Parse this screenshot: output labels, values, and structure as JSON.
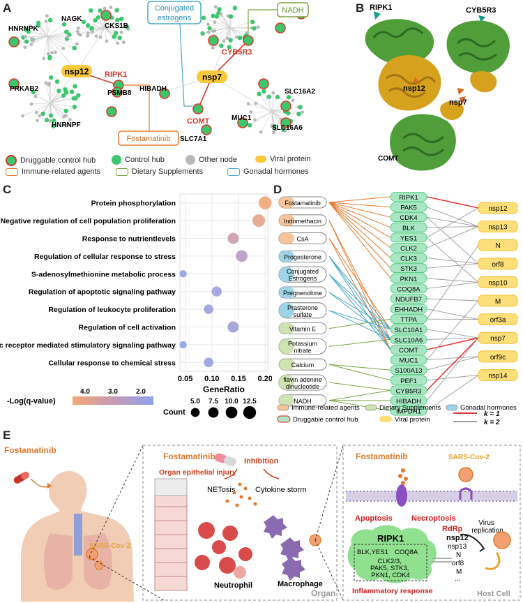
{
  "colors": {
    "hub_green": "#3cc66d",
    "druggable_ring": "#d83a2a",
    "other_node": "#b8b8b8",
    "viral_yellow": "#f8c93a",
    "immune_orange": "#e8782d",
    "dietary_green": "#79a440",
    "gonadal_blue": "#4aa8c8",
    "dot_orange": "#f3a874",
    "dot_mauve": "#c79ab3",
    "dot_blue": "#8aa2ee",
    "protein_green": "#4f9e3a",
    "protein_gold": "#d6a11d"
  },
  "panelA": {
    "letter": "A",
    "viral_nodes": [
      "nsp12",
      "nsp7"
    ],
    "highlight_labels": [
      "RIPK1",
      "CYB5R3",
      "COMT"
    ],
    "gene_labels": [
      "NAGK",
      "HNRNPK",
      "CKS1B",
      "PRKAB2",
      "PSMB8",
      "HNRNPF",
      "HIBADH",
      "SLC7A1",
      "MUC1",
      "SLC16A2",
      "SLC16A6"
    ],
    "agent_boxes": {
      "conjugated": "Conjugated\nestrogens",
      "nadh": "NADH",
      "fostamatinib": "Fostamatinib"
    },
    "legend": {
      "druggable": "Druggable control hub",
      "control": "Control hub",
      "other": "Other node",
      "viral": "Viral protein",
      "immune": "Immune-related agents",
      "dietary": "Dietary Supplements",
      "gonadal": "Gonadal hormones"
    }
  },
  "panelB": {
    "letter": "B",
    "labels": {
      "ripk1": "RIPK1",
      "cyb5r3": "CYB5R3",
      "nsp12": "nsp12",
      "nsp7": "nsp7",
      "comt": "COMT"
    }
  },
  "panelC": {
    "letter": "C",
    "chart_data": {
      "type": "scatter",
      "categories": [
        "Protein phosphorylation",
        "Negative regulation of cell population proliferation",
        "Response to nutrientlevels",
        "Regulation of cellular response to stress",
        "S-adenosylmethionine metabolic process",
        "Regulation of apoptotic signaling pathway",
        "Regulation of leukocyte proliferation",
        "Regulation of cell activation",
        "Fc receptor mediated stimulatory signaling pathway",
        "Cellular response to chemical stress"
      ],
      "gene_ratio": [
        0.2,
        0.188,
        0.14,
        0.156,
        0.046,
        0.109,
        0.094,
        0.14,
        0.046,
        0.094
      ],
      "count": [
        13,
        12,
        9,
        10,
        3,
        7,
        6,
        9,
        3,
        6
      ],
      "neg_log_q": [
        4.5,
        4.0,
        3.2,
        2.6,
        1.8,
        2.0,
        2.0,
        2.1,
        1.7,
        1.9
      ],
      "xlabel": "GeneRatio",
      "xticks": [
        "0.05",
        "0.10",
        "0.15",
        "0.20"
      ],
      "xlim": [
        0.04,
        0.205
      ],
      "color_legend_title": "-Log(q-value)",
      "color_ticks": [
        "4.0",
        "3.0",
        "2.0"
      ],
      "size_legend_title": "Count",
      "size_ticks": [
        "5.0",
        "7.5",
        "10.0",
        "12.5"
      ]
    }
  },
  "panelD": {
    "letter": "D",
    "agents": [
      {
        "name": "Fostamatinib",
        "cls": "immune"
      },
      {
        "name": "Indomethacin",
        "cls": "immune"
      },
      {
        "name": "CsA",
        "cls": "immune"
      },
      {
        "name": "Progesterone",
        "cls": "gonadal"
      },
      {
        "name": "Conjugated\nEstrogens",
        "cls": "gonadal"
      },
      {
        "name": "Pregnenolone",
        "cls": "gonadal"
      },
      {
        "name": "Prasterone\nsulfate",
        "cls": "gonadal"
      },
      {
        "name": "Vitamin E",
        "cls": "dietary"
      },
      {
        "name": "Potassium\nnitrate",
        "cls": "dietary"
      },
      {
        "name": "Calcium",
        "cls": "dietary"
      },
      {
        "name": "flavin adenine\ndinucleotide",
        "cls": "dietary"
      },
      {
        "name": "NADH",
        "cls": "dietary"
      }
    ],
    "genes": [
      "RIPK1",
      "PAK5",
      "CDK4",
      "BLK",
      "YES1",
      "CLK2",
      "CLK3",
      "STK3",
      "PKN1",
      "COQ8A",
      "NDUFB7",
      "EHHADH",
      "TTPA",
      "SLC10A1",
      "SLC10A6",
      "COMT",
      "MUC1",
      "S100A13",
      "PEF1",
      "CYB5R3",
      "HIBADH",
      "IMPDH1"
    ],
    "viral": [
      "nsp12",
      "nsp13",
      "N",
      "orf8",
      "nsp10",
      "M",
      "orf3a",
      "nsp7",
      "orf9c",
      "nsp14"
    ],
    "legend": {
      "immune": "Immune-related agents",
      "dietary": "Dietary Supplements",
      "gonadal": "Gonadal hormones",
      "druggable": "Druggable control hub",
      "viral": "Viral protein",
      "k1": "k = 1",
      "k2": "k = 2"
    }
  },
  "panelE": {
    "letter": "E",
    "left": {
      "drug": "Fostamatinib",
      "virus": "SARS-Cov-2"
    },
    "middle": {
      "drug": "Fostamatinib",
      "inhibition": "Inhibition",
      "injury": "Organ epithelial injury",
      "netosis": "NETosis",
      "storm": "Cytokine storm",
      "neutrophil": "Neutrophil",
      "macrophage": "Macrophage",
      "organ": "Organ"
    },
    "right": {
      "drug": "Fostamatinib",
      "virus": "SARS-Cov-2",
      "apoptosis": "Apoptosis",
      "necroptosis": "Necroptosis",
      "rdrp": "RdRp",
      "ripk1": "RIPK1",
      "blk": "BLK,YES1",
      "coq8a": "COQ8A",
      "clks": "CLK2/3,\nPAK5, STK3,\nPKN1, CDK4",
      "inflam": "Inflammatory response",
      "replication": "Virus\nreplication",
      "nsp12": "nsp12",
      "nsp13": "nsp13",
      "n": "N",
      "orf8": "orf8",
      "m": "M",
      "dots": "...",
      "host": "Host Cell"
    }
  }
}
